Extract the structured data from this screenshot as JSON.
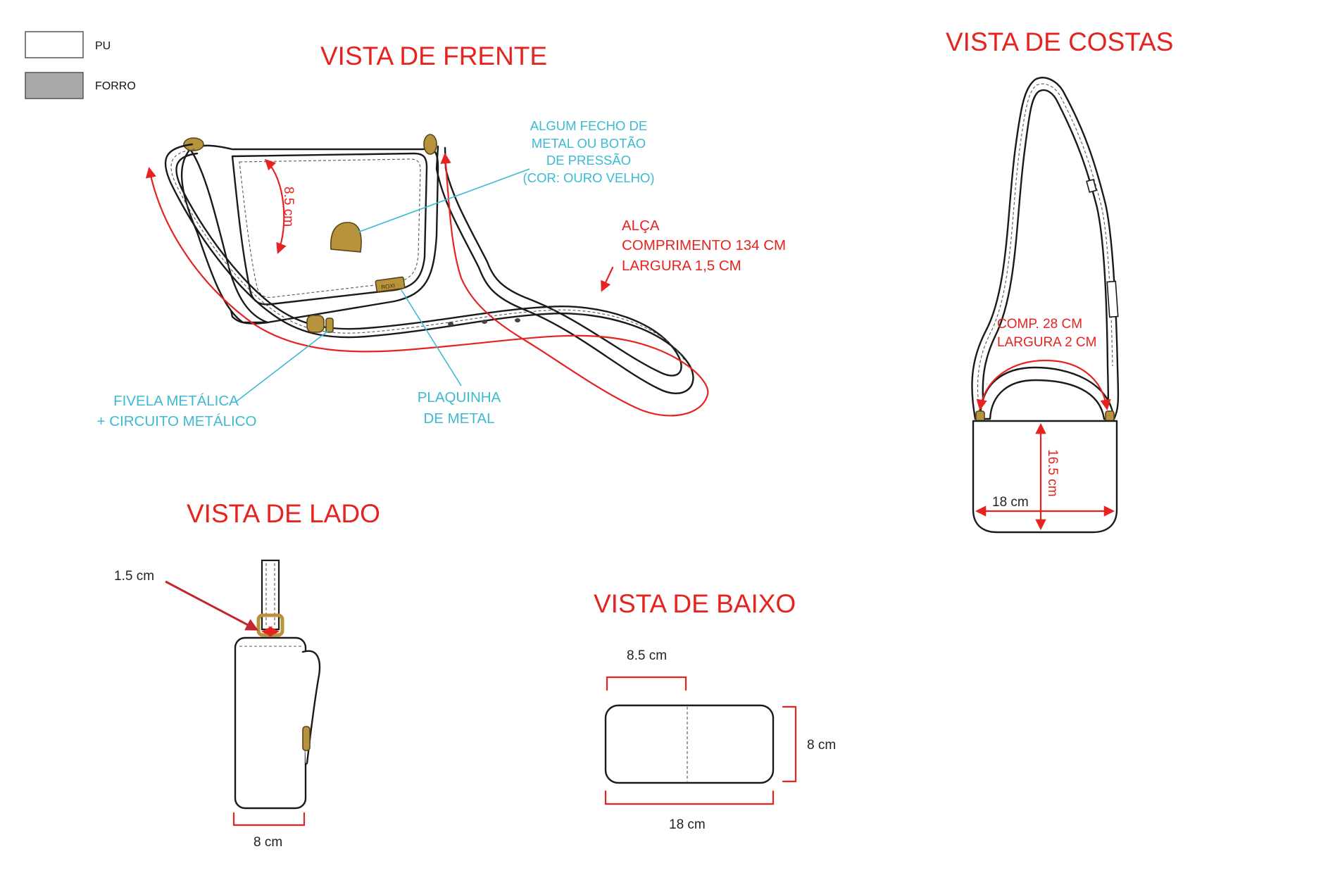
{
  "legend": [
    {
      "label": "PU",
      "color": "#ffffff"
    },
    {
      "label": "FORRO",
      "color": "#a8a8aa"
    }
  ],
  "views": {
    "front": {
      "title": "VISTA DE FRENTE"
    },
    "back": {
      "title": "VISTA DE COSTAS"
    },
    "side": {
      "title": "VISTA DE LADO"
    },
    "bottom": {
      "title": "VISTA DE BAIXO"
    }
  },
  "front_annotations": {
    "closure": [
      "ALGUM FECHO DE",
      "METAL OU BOTÃO",
      "DE PRESSÃO",
      "(COR: OURO VELHO)"
    ],
    "strap": [
      "ALÇA",
      "COMPRIMENTO 134 CM",
      "LARGURA 1,5 CM"
    ],
    "buckle": [
      "FIVELA METÁLICA",
      "+ CIRCUITO METÁLICO"
    ],
    "plate": [
      "PLAQUINHA",
      "DE METAL"
    ],
    "flap_height": "8.5 cm",
    "plate_text": "ROXI"
  },
  "back_annotations": {
    "handle": [
      "COMP. 28 CM",
      "LARGURA 2 CM"
    ],
    "height": "16.5 cm",
    "width": "18 cm"
  },
  "side_annotations": {
    "strap_width": "1.5 cm",
    "depth": "8 cm"
  },
  "bottom_annotations": {
    "half_width": "8.5 cm",
    "depth": "8 cm",
    "width": "18 cm"
  },
  "colors": {
    "title_red": "#e5231f",
    "annotation_blue": "#3bbad2",
    "hardware_gold": "#b8933e",
    "lining_gray": "#a8a8aa"
  }
}
